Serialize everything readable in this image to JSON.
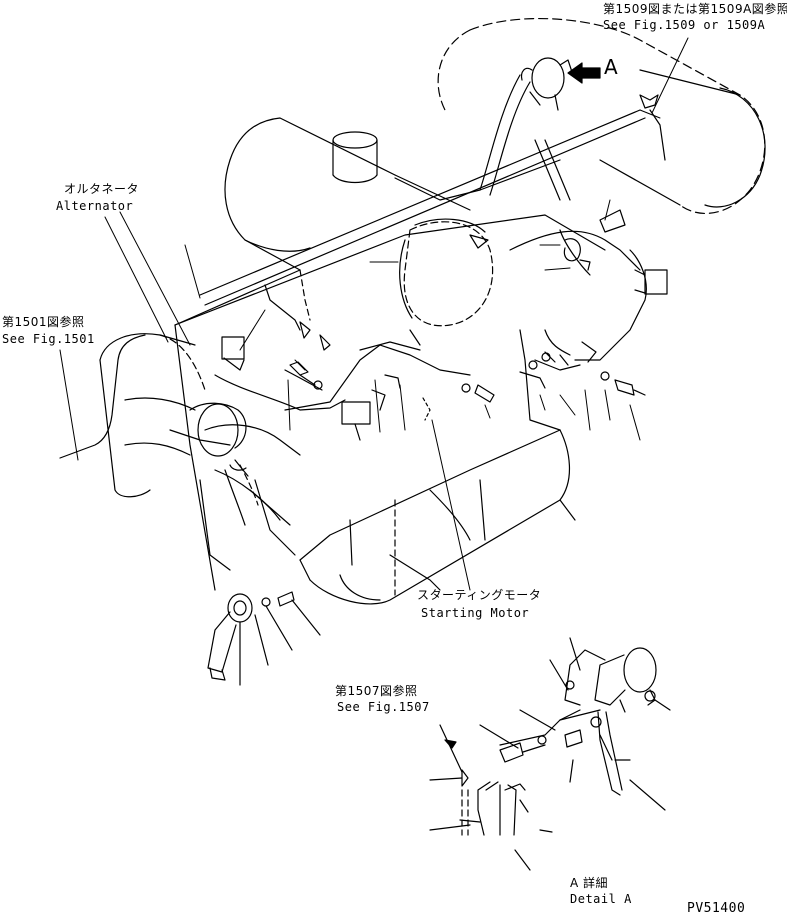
{
  "labels": {
    "fig1509_jp": "第1509図または第1509A図参照",
    "fig1509_en": "See Fig.1509 or 1509A",
    "arrow_a": "A",
    "alternator_jp": "オルタネータ",
    "alternator_en": "Alternator",
    "fig1501_jp": "第1501図参照",
    "fig1501_en": "See Fig.1501",
    "starting_jp": "スターティングモータ",
    "starting_en": "Starting Motor",
    "fig1507_jp": "第1507図参照",
    "fig1507_en": "See Fig.1507",
    "detail_jp": "A 詳細",
    "detail_en": "Detail A",
    "part_code": "PV51400"
  }
}
